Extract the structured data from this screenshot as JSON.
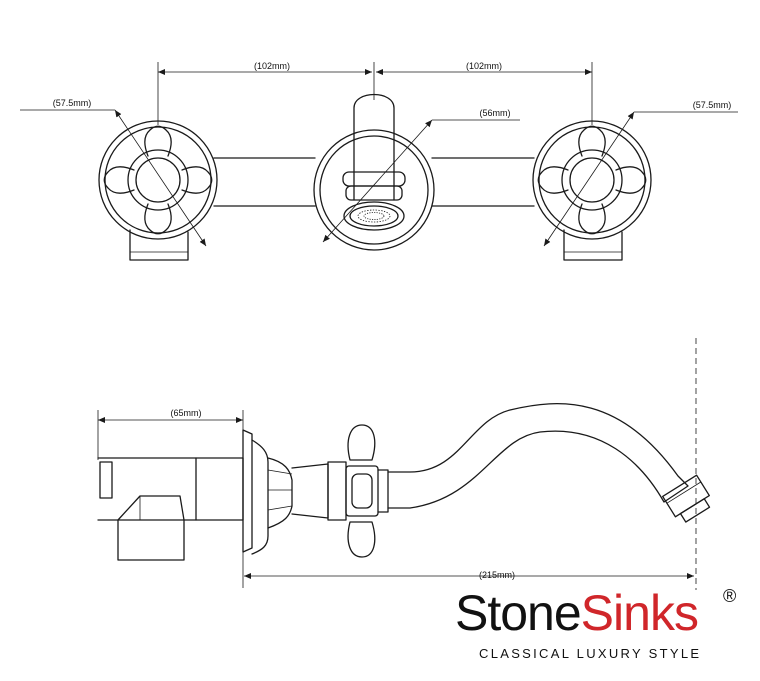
{
  "dimensions": {
    "top_left_span": "(102mm)",
    "top_right_span": "(102mm)",
    "left_handle_diameter": "(57.5mm)",
    "spout_diameter": "(56mm)",
    "right_handle_diameter": "(57.5mm)",
    "side_depth": "(65mm)",
    "side_projection": "(215mm)"
  },
  "brand": {
    "name_part1": "Stone",
    "name_part2": "Sinks",
    "registered": "®",
    "tagline": "CLASSICAL LUXURY STYLE"
  },
  "colors": {
    "line": "#1a1a1a",
    "brand_dark": "#111111",
    "brand_red": "#d0262a"
  }
}
